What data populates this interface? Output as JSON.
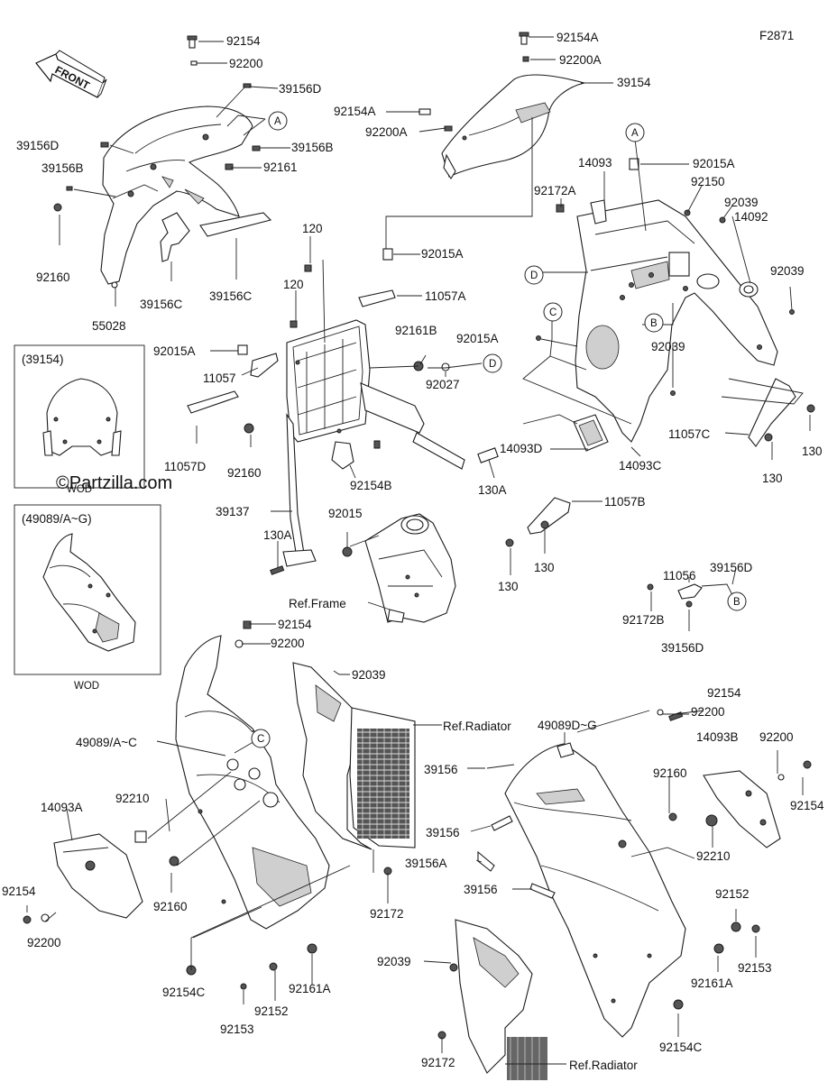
{
  "diagram_code": "F2871",
  "front_label": "FRONT",
  "watermark": "©Partzilla.com",
  "inset_boxes": [
    {
      "title": "(39154)",
      "note": "WOD"
    },
    {
      "title": "(49089/A~G)",
      "note": "WOD"
    }
  ],
  "refs": [
    "A",
    "A",
    "B",
    "B",
    "C",
    "C",
    "D",
    "D"
  ],
  "ref_labels": [
    "Ref.Frame",
    "Ref.Radiator",
    "Ref.Radiator"
  ],
  "part_labels": [
    "92154",
    "92200",
    "39156D",
    "39156D",
    "39156B",
    "92161",
    "39156B",
    "92160",
    "55028",
    "39156C",
    "39156C",
    "92154A",
    "92200A",
    "39154",
    "92154A",
    "92200A",
    "120",
    "120",
    "92015A",
    "11057A",
    "92015A",
    "11057",
    "92161B",
    "92027",
    "11057D",
    "92160",
    "92154B",
    "39137",
    "130A",
    "130A",
    "92015",
    "14093",
    "92015A",
    "92172A",
    "92150",
    "92039",
    "14092",
    "92039",
    "92015A",
    "92039",
    "14093D",
    "14093C",
    "11057C",
    "130",
    "130",
    "11057B",
    "130",
    "130",
    "11056",
    "39156D",
    "92172B",
    "39156D",
    "92154",
    "92200",
    "92039",
    "49089/A~C",
    "92210",
    "14093A",
    "92154",
    "92200",
    "92160",
    "92154C",
    "92152",
    "92161A",
    "92153",
    "92172",
    "39156",
    "39156",
    "39156A",
    "39156",
    "49089D~G",
    "92154",
    "92200",
    "14093B",
    "92200",
    "92154",
    "92160",
    "92210",
    "92152",
    "92153",
    "92161A",
    "92039",
    "92172",
    "92154C"
  ]
}
